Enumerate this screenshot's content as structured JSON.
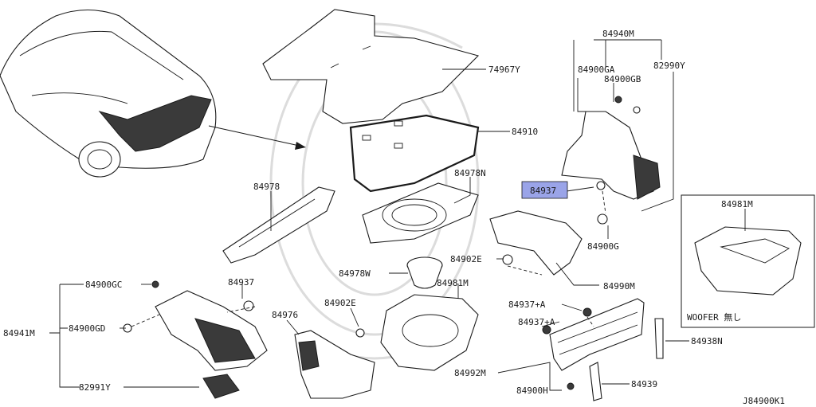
{
  "diagram_code": "J84900K1",
  "highlight_color": "#9aa4e8",
  "inset_note": "WOOFER 無し",
  "labels": {
    "p74967Y": "74967Y",
    "p84910": "84910",
    "p84940M": "84940M",
    "p84900GA": "84900GA",
    "p84900GB": "84900GB",
    "p82990Y": "82990Y",
    "p84978": "84978",
    "p84978N": "84978N",
    "p84937_hl": "84937",
    "p84981M_inset": "84981M",
    "p84902E_a": "84902E",
    "p84900G": "84900G",
    "p84978W": "84978W",
    "p84981M": "84981M",
    "p84990M": "84990M",
    "p84900GC": "84900GC",
    "p84937": "84937",
    "p84941M": "84941M",
    "p84900GD": "84900GD",
    "p84976": "84976",
    "p84902E_b": "84902E",
    "p84937A_1": "84937+A",
    "p84937A_2": "84937+A",
    "p84938N": "84938N",
    "p82991Y": "82991Y",
    "p84992M": "84992M",
    "p84900H": "84900H",
    "p84939": "84939"
  }
}
